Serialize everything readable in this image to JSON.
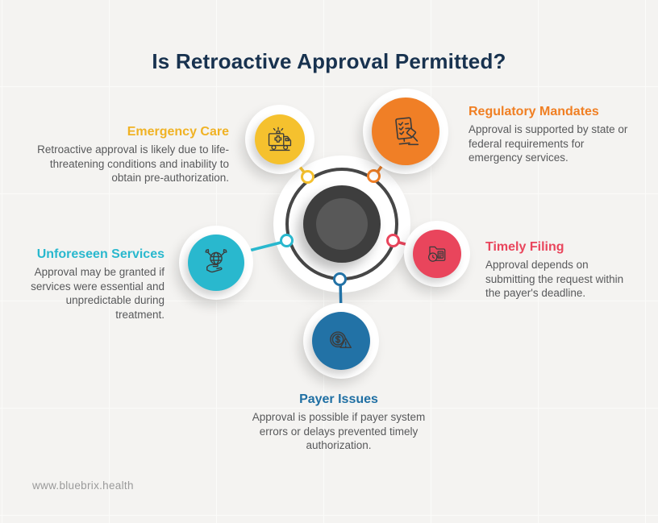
{
  "title": "Is Retroactive Approval Permitted?",
  "colors": {
    "background": "#f4f3f1",
    "title_text": "#18324f",
    "body_text": "#58595b",
    "hub_outer": "#3e3e3e",
    "hub_inner": "#585858"
  },
  "items": [
    {
      "id": "emergency-care",
      "label": "Emergency Care",
      "description": "Retroactive approval is likely due to life-threatening conditions and inability to obtain pre-authorization.",
      "color": "#f5c12e",
      "icon": "ambulance-icon"
    },
    {
      "id": "regulatory-mandates",
      "label": "Regulatory Mandates",
      "description": "Approval is supported by state or federal requirements for emergency services.",
      "color": "#f07f26",
      "icon": "gavel-checklist-icon"
    },
    {
      "id": "unforeseen-services",
      "label": "Unforeseen Services",
      "description": "Approval may be granted if services were essential and unpredictable during treatment.",
      "color": "#29b8ce",
      "icon": "globe-hand-icon"
    },
    {
      "id": "timely-filing",
      "label": "Timely Filing",
      "description": "Approval depends on submitting the request within the payer's deadline.",
      "color": "#e9455c",
      "icon": "folder-clock-icon"
    },
    {
      "id": "payer-issues",
      "label": "Payer Issues",
      "description": "Approval is possible if payer system errors or delays prevented timely authorization.",
      "color": "#2272a6",
      "icon": "coin-alert-icon"
    }
  ],
  "footer": {
    "website": "www.bluebrix.health"
  }
}
